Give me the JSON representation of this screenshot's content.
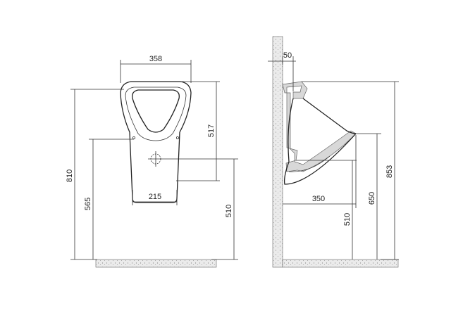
{
  "front_view": {
    "width_top": "358",
    "width_bottom": "215",
    "body_height": "517",
    "total_height": "810",
    "inlet_height": "565",
    "outlet_height": "510"
  },
  "side_view": {
    "wall_offset": "50",
    "depth": "350",
    "outlet_height": "510",
    "bottom_lip_height": "650",
    "top_height": "853"
  }
}
